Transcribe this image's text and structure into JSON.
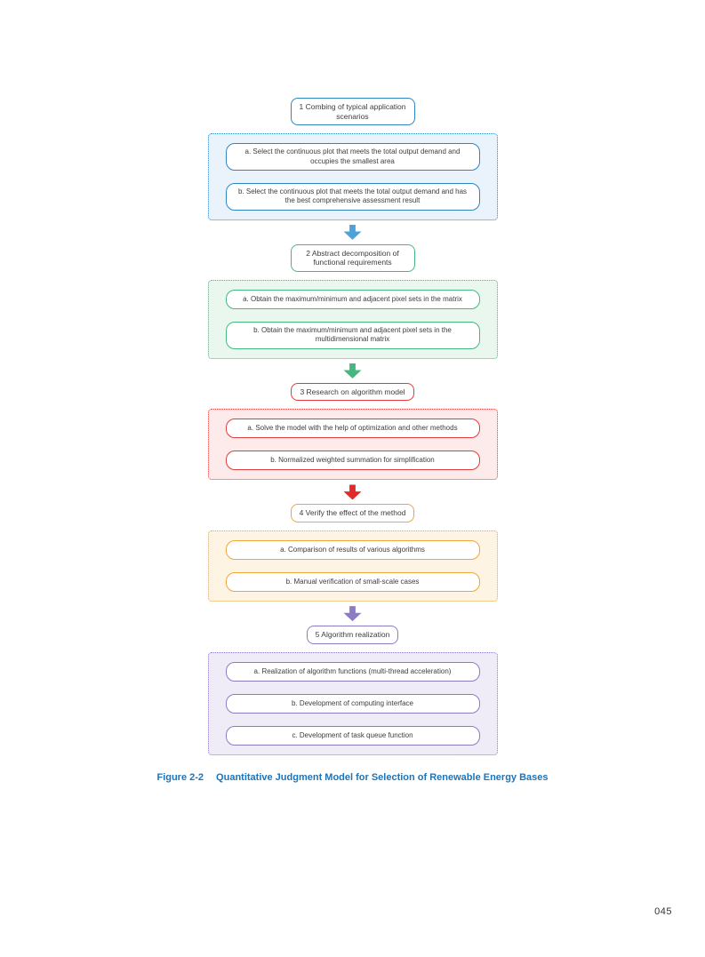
{
  "figure": {
    "caption_label": "Figure 2-2",
    "caption_title": "Quantitative Judgment Model for Selection of Renewable Energy Bases"
  },
  "page": {
    "number": "045"
  },
  "colors": {
    "stage1_blue": "#2e86c1",
    "stage2_green": "#43b97f",
    "stage3_red": "#e23b3b",
    "stage4_orange": "#f0a43c",
    "stage5_purple": "#8e7cc3",
    "arrow1": "#4ba3db",
    "arrow2": "#43b97f",
    "arrow3": "#e02b2b",
    "arrow4": "#8e7cc3",
    "caption_blue": "#1b75bc"
  },
  "stages": [
    {
      "header": "1 Combing of typical application scenarios",
      "items": [
        "a. Select the continuous plot that meets the total output demand and occupies the smallest area",
        "b. Select the continuous plot that meets the total output demand and has the best comprehensive assessment result"
      ]
    },
    {
      "header": "2 Abstract decomposition of functional requirements",
      "items": [
        "a. Obtain the maximum/minimum and adjacent pixel sets in the matrix",
        "b. Obtain the maximum/minimum and adjacent pixel sets in the multidimensional matrix"
      ]
    },
    {
      "header": "3 Research on algorithm model",
      "items": [
        "a. Solve the model with the help of optimization and other methods",
        "b. Normalized weighted summation for simplification"
      ]
    },
    {
      "header": "4 Verify the effect of the method",
      "items": [
        "a. Comparison of results of various algorithms",
        "b. Manual verification of small-scale cases"
      ]
    },
    {
      "header": "5 Algorithm realization",
      "items": [
        "a. Realization of algorithm functions (multi-thread acceleration)",
        "b. Development of computing interface",
        "c. Development of task queue function"
      ]
    }
  ]
}
